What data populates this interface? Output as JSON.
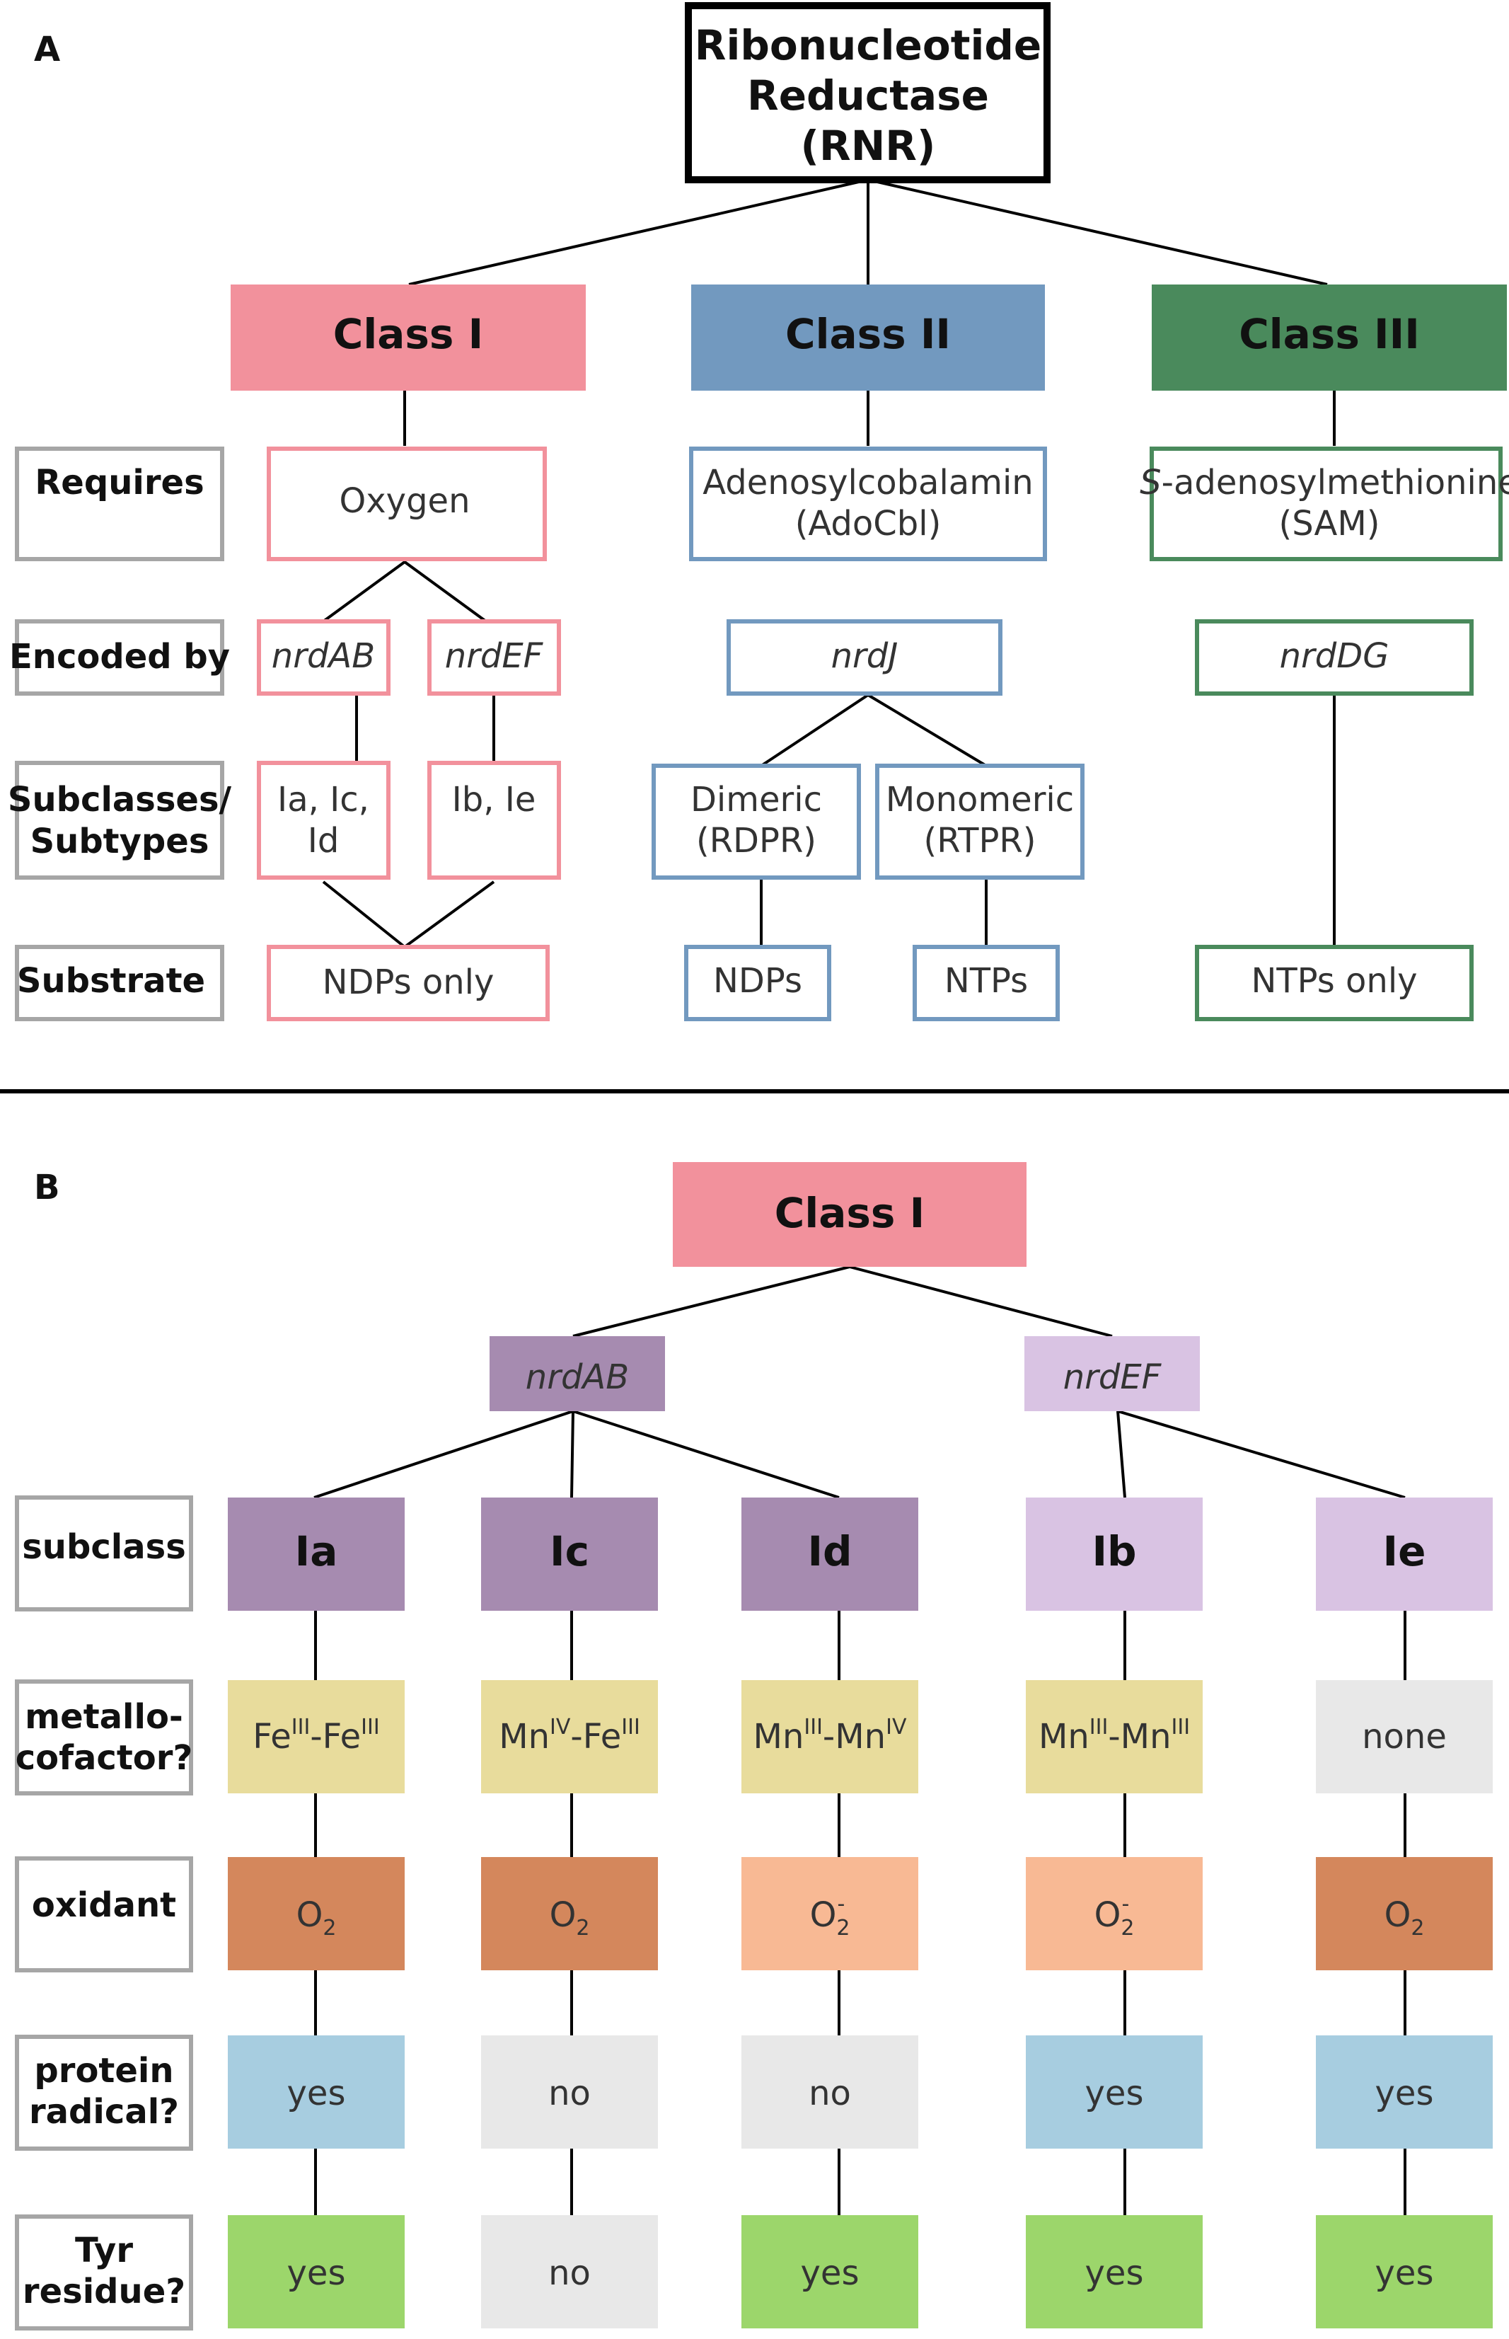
{
  "panel_a": {
    "letter": "A",
    "root": {
      "line1": "Ribonucleotide",
      "line2": "Reductase",
      "line3": "(RNR)"
    },
    "row_labels": {
      "requires": "Requires",
      "encoded_by": "Encoded by",
      "subclasses_line1": "Subclasses/",
      "subclasses_line2": "Subtypes",
      "substrate": "Substrate"
    },
    "class1": {
      "title": "Class I",
      "requires": "Oxygen",
      "gene1": "nrdAB",
      "gene2": "nrdEF",
      "sub1_line1": "Ia, Ic,",
      "sub1_line2": "Id",
      "sub2": "Ib, Ie",
      "substrate": "NDPs only"
    },
    "class2": {
      "title": "Class II",
      "requires_line1": "Adenosylcobalamin",
      "requires_line2": "(AdoCbl)",
      "gene": "nrdJ",
      "sub1_line1": "Dimeric",
      "sub1_line2": "(RDPR)",
      "sub2_line1": "Monomeric",
      "sub2_line2": "(RTPR)",
      "substrate1": "NDPs",
      "substrate2": "NTPs"
    },
    "class3": {
      "title": "Class III",
      "requires_prefix": "S",
      "requires_rest": "-adenosylmethionine",
      "requires_line2": "(SAM)",
      "gene": "nrdDG",
      "substrate": "NTPs only"
    }
  },
  "panel_b": {
    "letter": "B",
    "root": "Class I",
    "gene1": "nrdAB",
    "gene2": "nrdEF",
    "row_labels": {
      "subclass": "subclass",
      "metallo_line1": "metallo-",
      "metallo_line2": "cofactor?",
      "oxidant": "oxidant",
      "protein_line1": "protein",
      "protein_line2": "radical?",
      "tyr_line1": "Tyr",
      "tyr_line2": "residue?"
    },
    "columns": [
      {
        "subclass": "Ia",
        "metal_a": "Fe",
        "ox_a": "III",
        "sep": "-",
        "metal_b": "Fe",
        "ox_b": "III",
        "oxidant_base": "O",
        "oxidant_sub": "2",
        "oxidant_sup": "",
        "radical": "yes",
        "tyr": "yes"
      },
      {
        "subclass": "Ic",
        "metal_a": "Mn",
        "ox_a": "IV",
        "sep": "-",
        "metal_b": "Fe",
        "ox_b": "III",
        "oxidant_base": "O",
        "oxidant_sub": "2",
        "oxidant_sup": "",
        "radical": "no",
        "tyr": "no"
      },
      {
        "subclass": "Id",
        "metal_a": "Mn",
        "ox_a": "III",
        "sep": "-",
        "metal_b": "Mn",
        "ox_b": "IV",
        "oxidant_base": "O",
        "oxidant_sub": "2",
        "oxidant_sup": "-",
        "radical": "no",
        "tyr": "yes"
      },
      {
        "subclass": "Ib",
        "metal_a": "Mn",
        "ox_a": "III",
        "sep": "-",
        "metal_b": "Mn",
        "ox_b": "III",
        "oxidant_base": "O",
        "oxidant_sub": "2",
        "oxidant_sup": "-",
        "radical": "yes",
        "tyr": "yes"
      },
      {
        "subclass": "Ie",
        "metal_text": "none",
        "oxidant_base": "O",
        "oxidant_sub": "2",
        "oxidant_sup": "",
        "radical": "yes",
        "tyr": "yes"
      }
    ]
  },
  "colors": {
    "class1": "#f2919c",
    "class2": "#7299bf",
    "class3": "#4a8a5c",
    "label_border": "#a6a6a6",
    "nrdab": "#a68bb0",
    "nrdef": "#d9c3e3",
    "metallo": "#e8dc9c",
    "none_gray": "#e8e8e8",
    "oxidant_dark": "#d4875c",
    "oxidant_light": "#f8b994",
    "radical_blue": "#a7cde0",
    "tyr_green": "#9cd66b"
  }
}
